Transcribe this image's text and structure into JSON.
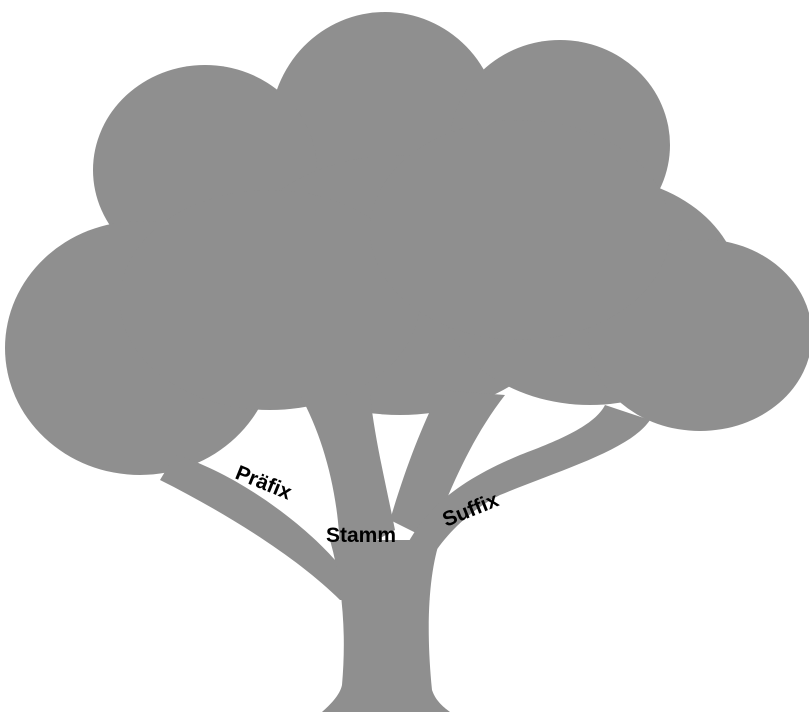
{
  "labels": {
    "prefix": "Präfix",
    "stem": "Stamm",
    "suffix": "Suffix"
  },
  "colors": {
    "tree": "#8f8f8f",
    "text": "#000000",
    "background": "#ffffff"
  }
}
